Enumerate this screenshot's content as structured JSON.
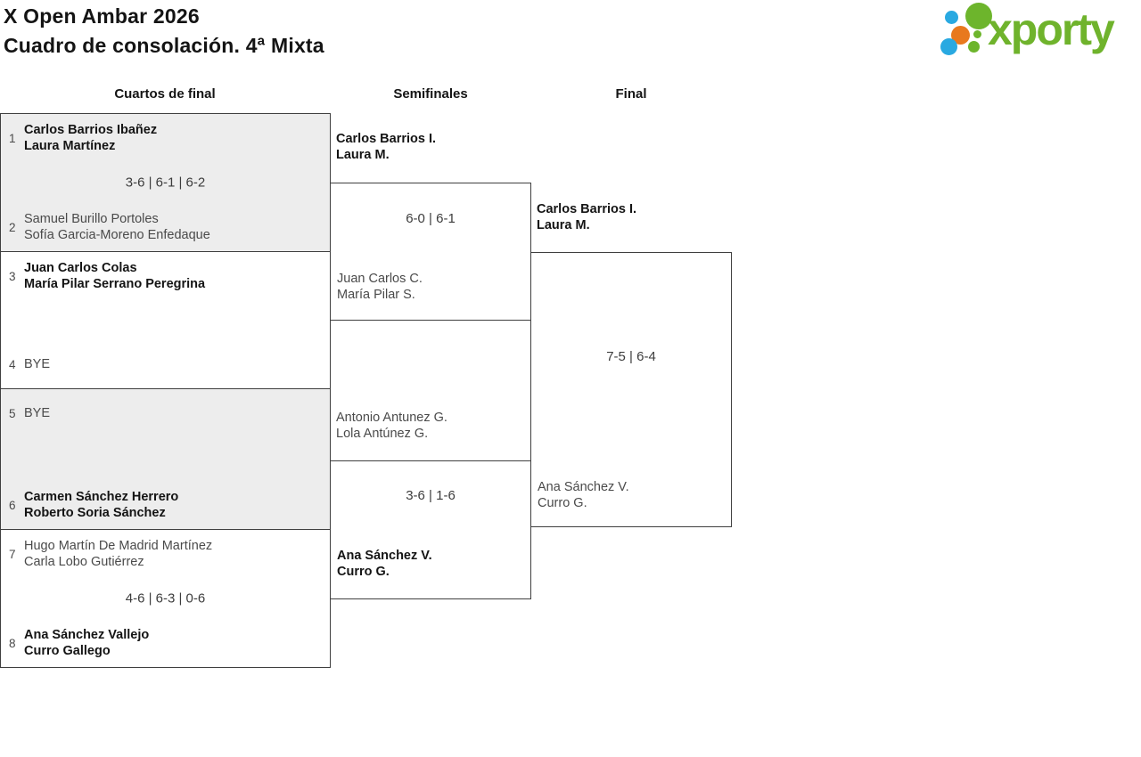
{
  "header": {
    "title_line1": "X Open Ambar 2026",
    "title_line2": "Cuadro de consolación. 4ª Mixta"
  },
  "logo": {
    "wordmark": "xporty",
    "colors": {
      "green": "#6fb32c",
      "blue": "#29a9e1",
      "orange": "#e8791e"
    }
  },
  "colors": {
    "box_shaded": "#ededed",
    "line": "#3f3f3f",
    "winner_text": "#141414",
    "regular_text": "#4a4a4a"
  },
  "columns": [
    {
      "label": "Cuartos de final"
    },
    {
      "label": "Semifinales"
    },
    {
      "label": "Final"
    }
  ],
  "bracket": {
    "quarterfinals": [
      {
        "team1": {
          "seed": "1",
          "line1": "Carlos Barrios Ibañez",
          "line2": "Laura Martínez",
          "winner": true
        },
        "score": "3-6 | 6-1 | 6-2",
        "team2": {
          "seed": "2",
          "line1": "Samuel Burillo Portoles",
          "line2": "Sofía Garcia-Moreno Enfedaque",
          "winner": false
        }
      },
      {
        "team1": {
          "seed": "3",
          "line1": "Juan Carlos Colas",
          "line2": "María Pilar Serrano Peregrina",
          "winner": true
        },
        "score": "",
        "team2": {
          "seed": "4",
          "line1": "BYE",
          "line2": "",
          "winner": false
        }
      },
      {
        "team1": {
          "seed": "5",
          "line1": "BYE",
          "line2": "",
          "winner": false
        },
        "score": "",
        "team2": {
          "seed": "6",
          "line1": "Carmen Sánchez Herrero",
          "line2": "Roberto Soria Sánchez",
          "winner": true
        }
      },
      {
        "team1": {
          "seed": "7",
          "line1": "Hugo Martín De Madrid Martínez",
          "line2": "Carla Lobo Gutiérrez",
          "winner": false
        },
        "score": "4-6 | 6-3 | 0-6",
        "team2": {
          "seed": "8",
          "line1": "Ana Sánchez Vallejo",
          "line2": "Curro Gallego",
          "winner": true
        }
      }
    ],
    "semifinals": [
      {
        "top": {
          "line1": "Carlos Barrios I.",
          "line2": "Laura M.",
          "winner": true
        },
        "score": "6-0 | 6-1",
        "bottom": {
          "line1": "Juan Carlos C.",
          "line2": "María Pilar S.",
          "winner": false
        }
      },
      {
        "top": {
          "line1": "Antonio Antunez G.",
          "line2": "Lola Antúnez G.",
          "winner": false
        },
        "score": "3-6 | 1-6",
        "bottom": {
          "line1": "Ana Sánchez V.",
          "line2": "Curro G.",
          "winner": true
        }
      }
    ],
    "final": {
      "top": {
        "line1": "Carlos Barrios I.",
        "line2": "Laura M.",
        "winner": true
      },
      "score": "7-5 | 6-4",
      "bottom": {
        "line1": "Ana Sánchez V.",
        "line2": "Curro G.",
        "winner": false
      }
    }
  }
}
